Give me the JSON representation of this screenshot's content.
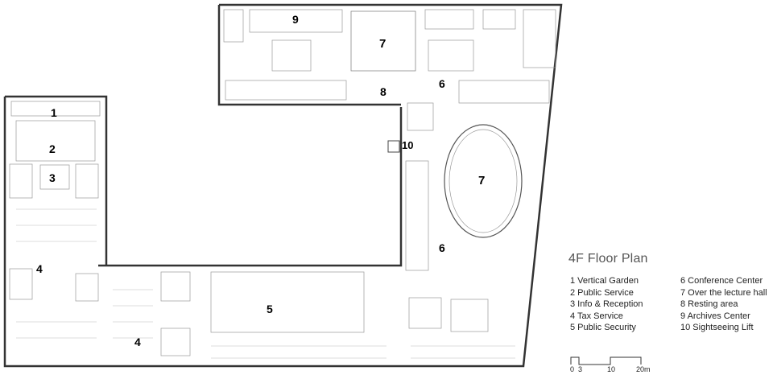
{
  "title": "4F Floor Plan",
  "legend": [
    {
      "num": "1",
      "label": "1 Vertical Garden"
    },
    {
      "num": "2",
      "label": "2 Public Service"
    },
    {
      "num": "3",
      "label": "3 Info & Reception"
    },
    {
      "num": "4",
      "label": "4 Tax Service"
    },
    {
      "num": "5",
      "label": "5 Public Security"
    },
    {
      "num": "6",
      "label": "6 Conference Center"
    },
    {
      "num": "7",
      "label": "7 Over the lecture hall"
    },
    {
      "num": "8",
      "label": "8 Resting area"
    },
    {
      "num": "9",
      "label": "9 Archives Center"
    },
    {
      "num": "10",
      "label": "10 Sightseeing Lift"
    }
  ],
  "plan_labels": [
    "1",
    "2",
    "3",
    "4",
    "4",
    "5",
    "6",
    "6",
    "7",
    "7",
    "8",
    "9",
    "10"
  ],
  "scale_bar": {
    "ticks": [
      "0",
      "3",
      "10",
      "20m"
    ]
  },
  "colors": {
    "wall": "#333333",
    "line": "#888888",
    "light": "#bbbbbb"
  }
}
